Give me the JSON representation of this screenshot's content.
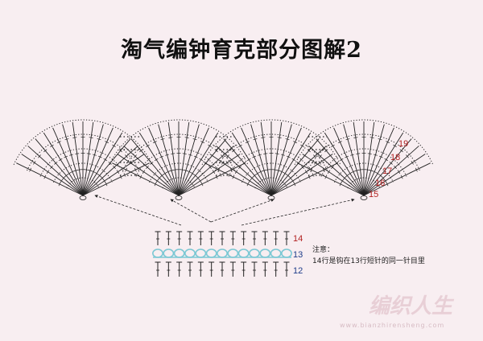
{
  "title": "淘气编钟育克部分图解2",
  "row_labels": [
    {
      "id": "19",
      "text": "19",
      "color": "#b22222"
    },
    {
      "id": "18",
      "text": "18",
      "color": "#b22222"
    },
    {
      "id": "17",
      "text": "17",
      "color": "#b22222"
    },
    {
      "id": "16",
      "text": "16",
      "color": "#b22222"
    },
    {
      "id": "15",
      "text": "15",
      "color": "#b22222"
    },
    {
      "id": "14",
      "text": "14",
      "color": "#b22222"
    },
    {
      "id": "13",
      "text": "13",
      "color": "#1f3d8a"
    },
    {
      "id": "12",
      "text": "12",
      "color": "#1f3d8a"
    }
  ],
  "note": {
    "heading": "注意：",
    "body": "14行是钩在13行短针的同一针目里"
  },
  "watermark": {
    "brand": "编织人生",
    "url": "www.bianzhirensheng.com"
  },
  "colors": {
    "background": "#f8eef1",
    "stitch": "#222222",
    "loop": "#7cc8d4",
    "red_label": "#b22222",
    "blue_label": "#1f3d8a"
  }
}
